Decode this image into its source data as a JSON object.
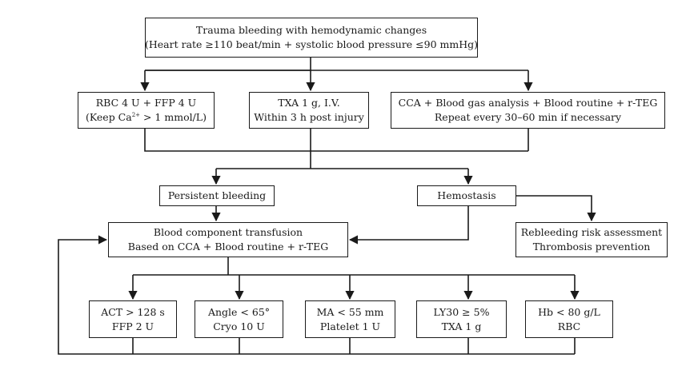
{
  "diagram": {
    "stroke_color": "#1a1a1a",
    "nodes": {
      "trauma": {
        "line1": "Trauma bleeding with hemodynamic changes",
        "line2": "(Heart rate ≥110 beat/min + systolic blood pressure ≤90 mmHg)"
      },
      "rbc_ffp": {
        "line1": "RBC 4 U + FFP 4 U",
        "line2_prefix": "(Keep Ca",
        "line2_sup": "2+",
        "line2_suffix": " > 1 mmol/L)"
      },
      "txa_iv": {
        "line1": "TXA 1 g, I.V.",
        "line2": "Within 3 h post injury"
      },
      "monitoring": {
        "line1": "CCA + Blood gas analysis + Blood routine + r-TEG",
        "line2": "Repeat every 30–60 min if necessary"
      },
      "persistent": {
        "label": "Persistent bleeding"
      },
      "hemostasis": {
        "label": "Hemostasis"
      },
      "rebleeding": {
        "line1": "Rebleeding risk assessment",
        "line2": "Thrombosis prevention"
      },
      "transfusion": {
        "line1": "Blood component transfusion",
        "line2": "Based on CCA + Blood routine + r-TEG"
      },
      "act": {
        "line1": "ACT > 128 s",
        "line2": "FFP 2 U"
      },
      "angle": {
        "line1": "Angle < 65°",
        "line2": "Cryo  10 U"
      },
      "ma": {
        "line1": "MA < 55 mm",
        "line2": "Platelet 1 U"
      },
      "ly30": {
        "line1": "LY30 ≥ 5%",
        "line2": "TXA 1 g"
      },
      "hb": {
        "line1": "Hb < 80 g/L",
        "line2": "RBC"
      }
    }
  }
}
